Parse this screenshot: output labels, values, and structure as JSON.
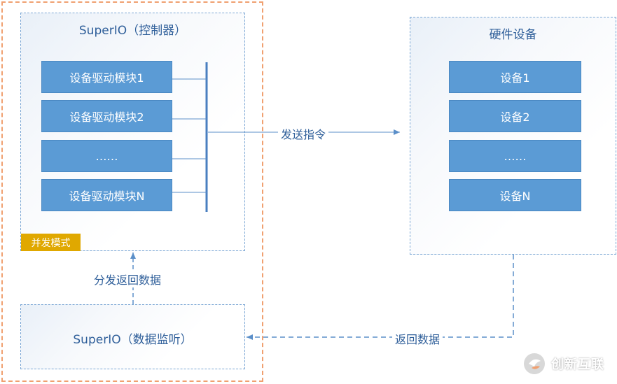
{
  "controller": {
    "title": "SuperIO（控制器）",
    "modules": [
      "设备驱动模块1",
      "设备驱动模块2",
      "……",
      "设备驱动模块N"
    ],
    "mode_tag": "并发模式"
  },
  "hardware": {
    "title": "硬件设备",
    "devices": [
      "设备1",
      "设备2",
      "……",
      "设备N"
    ]
  },
  "listener": {
    "title": "SuperIO（数据监听）"
  },
  "edges": {
    "send_command": "发送指令",
    "return_data": "返回数据",
    "dispatch_return_data": "分发返回数据"
  },
  "watermark": {
    "text": "创新互联"
  },
  "colors": {
    "module_fill": "#5b9bd5",
    "tag_fill": "#e0a800",
    "outer_border": "#f0a070",
    "panel_border": "#7aa6d4"
  }
}
